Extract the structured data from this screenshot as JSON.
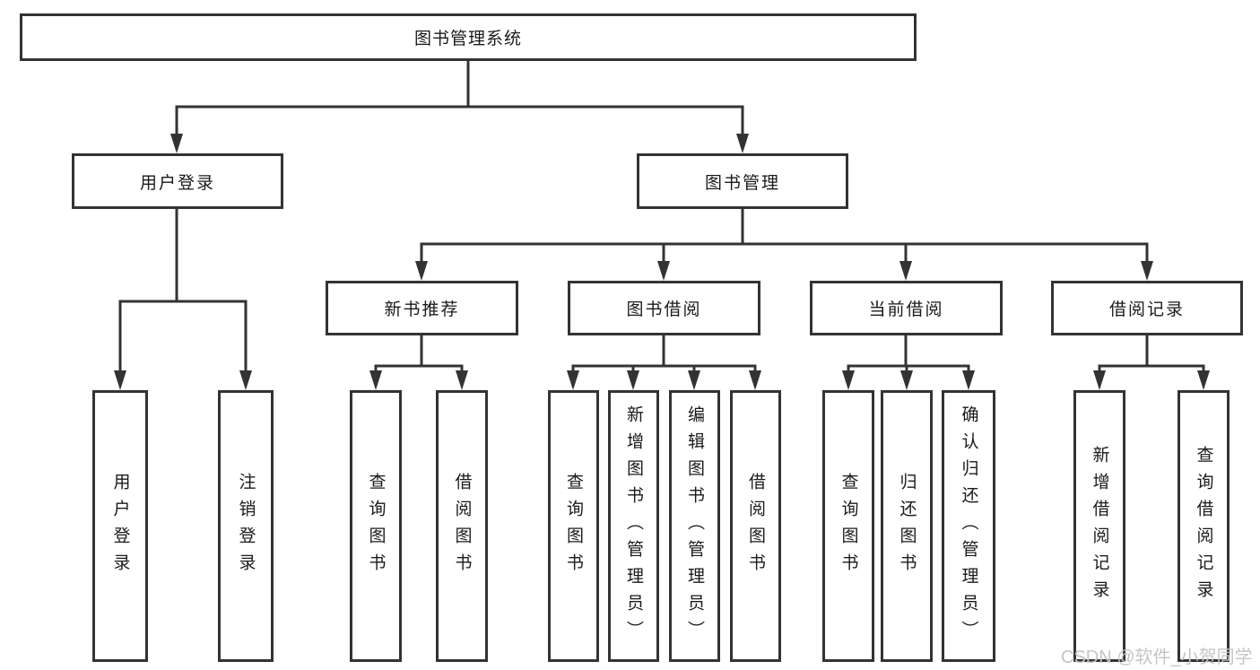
{
  "title": "图书管理系统",
  "user_login": {
    "label": "用户登录",
    "children": {
      "login": "用户登录",
      "logout": "注销登录"
    }
  },
  "book_mgmt": {
    "label": "图书管理",
    "new_book": {
      "label": "新书推荐",
      "children": {
        "query": "查询图书",
        "borrow": "借阅图书"
      }
    },
    "borrow": {
      "label": "图书借阅",
      "children": {
        "query": "查询图书",
        "add": "新增图书（管理员）",
        "edit": "编辑图书（管理员）",
        "borrow": "借阅图书"
      }
    },
    "current": {
      "label": "当前借阅",
      "children": {
        "query": "查询图书",
        "return": "归还图书",
        "confirm": "确认归还（管理员）"
      }
    },
    "records": {
      "label": "借阅记录",
      "children": {
        "add": "新增借阅记录",
        "query": "查询借阅记录"
      }
    }
  },
  "watermark": "CSDN @软件_小贺同学",
  "colors": {
    "line": "#333333",
    "text": "#1a1a1a",
    "watermark": "#c5c5c5",
    "background": "#ffffff"
  }
}
